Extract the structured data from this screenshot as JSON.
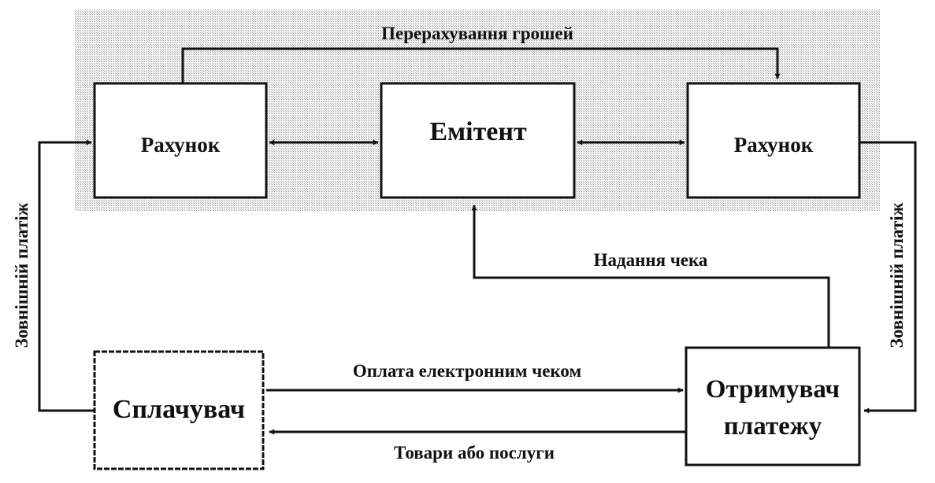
{
  "diagram": {
    "nodes": {
      "account_left": "Рахунок",
      "emitent": "Емітент",
      "account_right": "Рахунок",
      "payer": "Сплачувач",
      "receiver_line1": "Отримувач",
      "receiver_line2": "платежу"
    },
    "edges": {
      "transfer": "Перерахування грошей",
      "check": "Надання  чека",
      "payment": "Оплата електронним чеком",
      "goods": "Товари або послуги",
      "external_left": "Зовнішній платіж",
      "external_right": "Зовнішній платіж"
    }
  }
}
